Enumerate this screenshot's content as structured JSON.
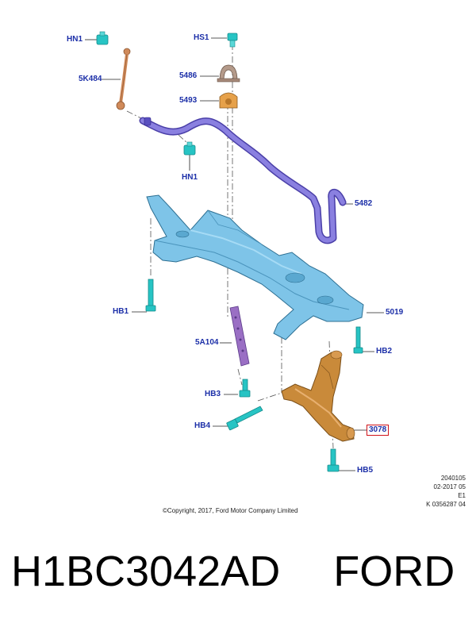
{
  "callouts": {
    "hn1_top": "HN1",
    "k484": "5K484",
    "hs1": "HS1",
    "c5486": "5486",
    "c5493": "5493",
    "hn1_lower": "HN1",
    "c5482": "5482",
    "hb1": "HB1",
    "c5019": "5019",
    "a104": "5A104",
    "hb2": "HB2",
    "hb3": "HB3",
    "hb4": "HB4",
    "c3078": "3078",
    "hb5": "HB5"
  },
  "meta": {
    "line1": "2040105",
    "line2": "02-2017 05",
    "line3": "E1",
    "line4": "K 0356287 04"
  },
  "copyright": "©Copyright, 2017, Ford Motor Company Limited",
  "footer": {
    "part_number": "H1BC3042AD",
    "brand": "FORD"
  },
  "colors": {
    "callout_text": "#1c2fa8",
    "highlight_box": "#d0141a",
    "crossmember": "#7ec4e8",
    "stabilizer_bar": "#7b6fd6",
    "lower_arm": "#c98a3a",
    "fasteners": "#27c4c4",
    "bracket": "#9a6fc4",
    "link": "#d08a5a"
  }
}
